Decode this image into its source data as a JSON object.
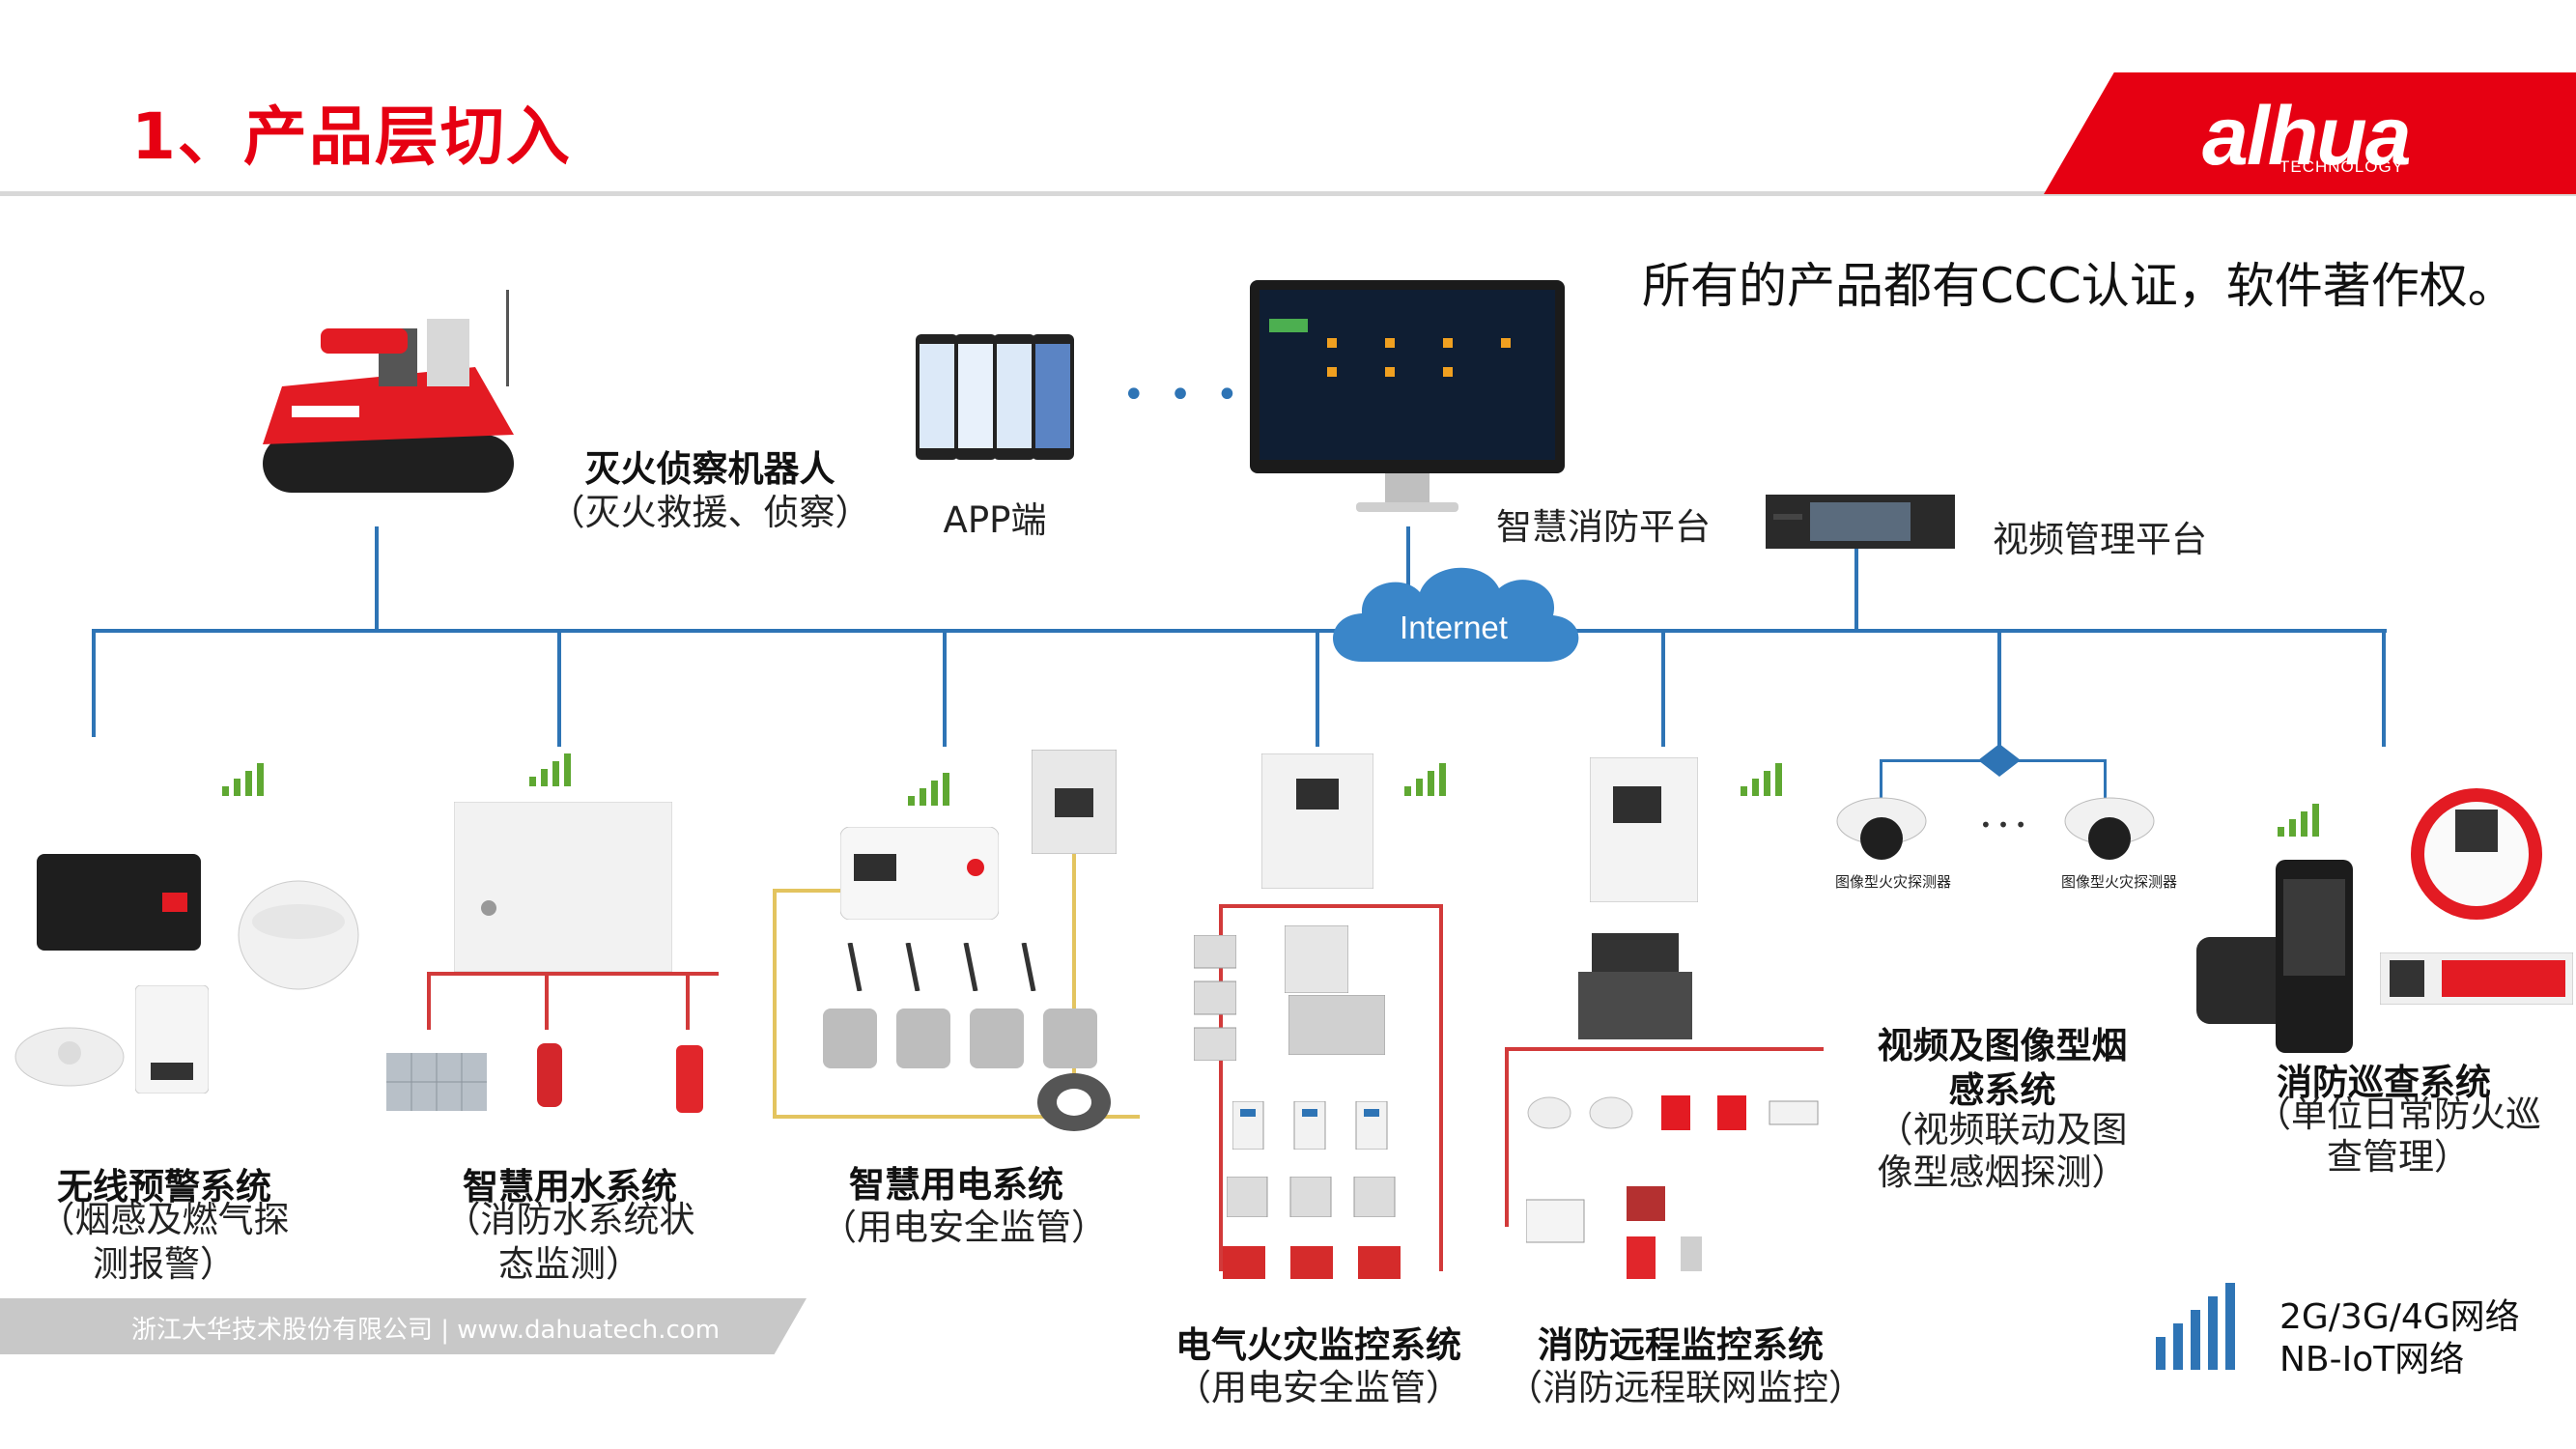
{
  "header": {
    "title": "1、产品层切入",
    "logo": "alhua",
    "logo_sub": "TECHNOLOGY"
  },
  "cert_note": "所有的产品都有CCC认证，软件著作权。",
  "top_row": {
    "robot": {
      "name": "灭火侦察机器人",
      "desc": "（灭火救援、侦察）"
    },
    "app": {
      "name": "APP端"
    },
    "platform": {
      "name": "智慧消防平台"
    },
    "video_platform": {
      "name": "视频管理平台"
    },
    "cloud": {
      "label": "Internet"
    },
    "ellipsis": "• • •"
  },
  "systems": [
    {
      "name": "无线预警系统",
      "desc": "（烟感及燃气探测报警）"
    },
    {
      "name": "智慧用水系统",
      "desc": "（消防水系统状态监测）"
    },
    {
      "name": "智慧用电系统",
      "desc": "（用电安全监管）"
    },
    {
      "name": "电气火灾监控系统",
      "desc": "（用电安全监管）"
    },
    {
      "name": "消防远程监控系统",
      "desc": "（消防远程联网监控）"
    },
    {
      "name": "视频及图像型烟感系统",
      "desc": "（视频联动及图像型感烟探测）"
    },
    {
      "name": "消防巡查系统",
      "desc": "（单位日常防火巡查管理）"
    }
  ],
  "detector_labels": [
    "图像型火灾探测器",
    "图像型火灾探测器"
  ],
  "network": {
    "line1": "2G/3G/4G网络",
    "line2": "NB-IoT网络"
  },
  "footer": "浙江大华技术股份有限公司  |  www.dahuatech.com",
  "colors": {
    "accent": "#e60012",
    "line": "#2e74b5",
    "signal": "#5fa832"
  }
}
